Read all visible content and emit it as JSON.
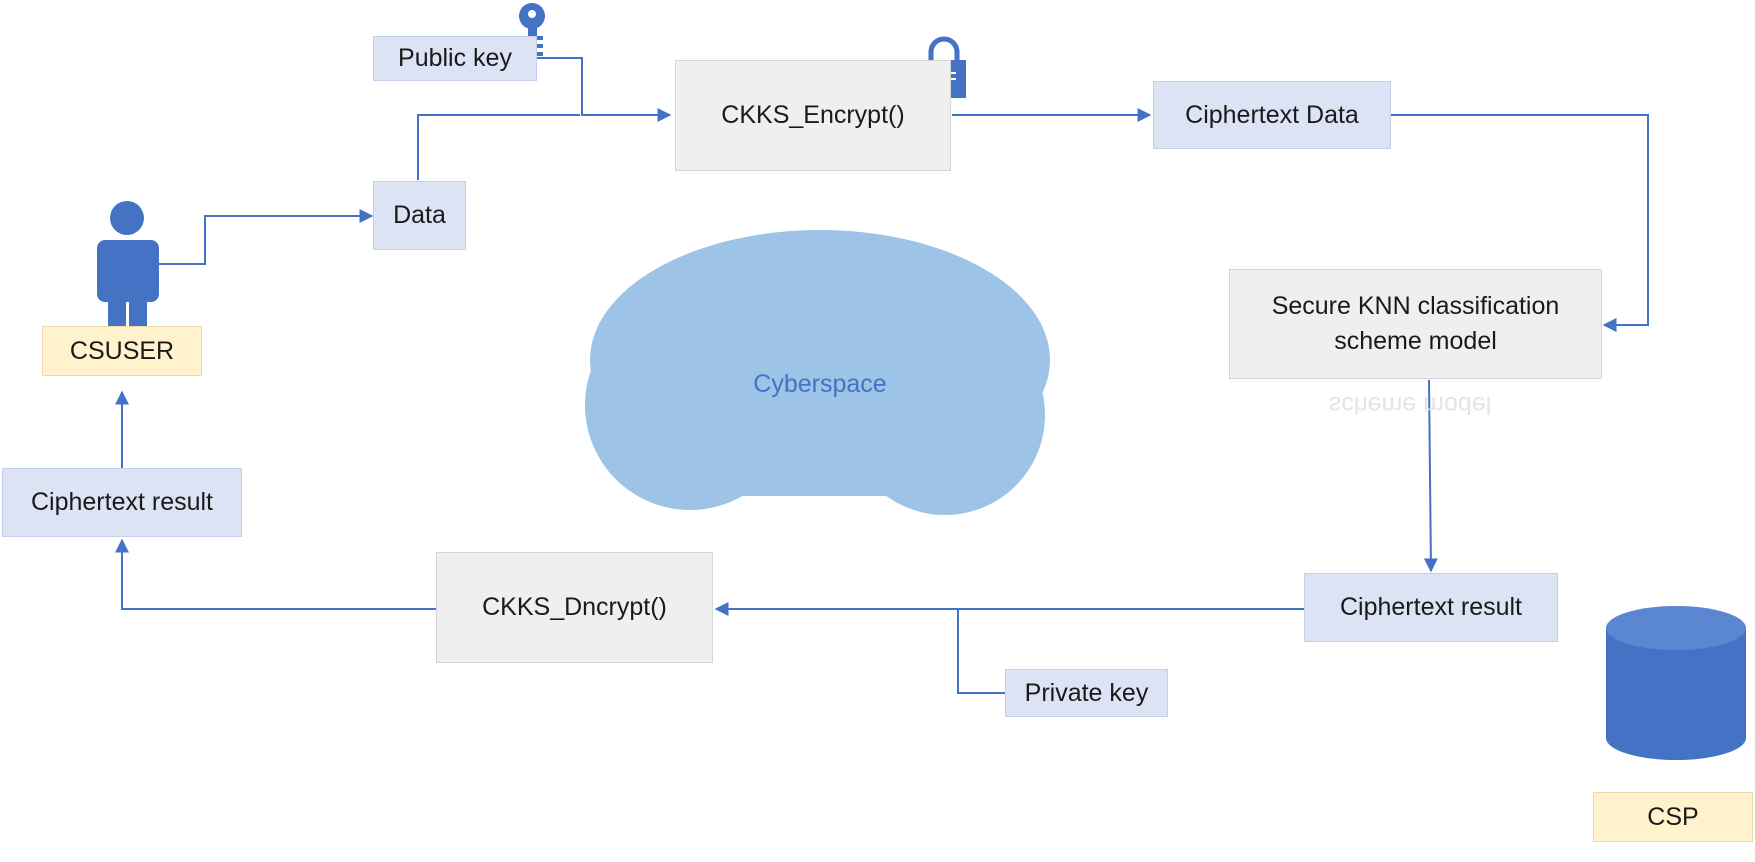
{
  "nodes": {
    "public_key": "Public key",
    "encrypt": "CKKS_Encrypt()",
    "ciphertext_data": "Ciphertext Data",
    "data": "Data",
    "csuser": "CSUSER",
    "knn_model_line1": "Secure KNN classification",
    "knn_model_line2": "scheme model",
    "knn_reflection": "scheme model",
    "cyberspace": "Cyberspace",
    "ciphertext_result_left": "Ciphertext result",
    "decrypt": "CKKS_Dncrypt()",
    "ciphertext_result_right": "Ciphertext result",
    "private_key": "Private key",
    "csp": "CSP"
  },
  "colors": {
    "accent": "#4472c4",
    "cloud": "#9dc3e6",
    "icon": "#4472c4",
    "box_blue": "#dce3f4",
    "box_gray": "#efefef",
    "box_yellow": "#fff2cc"
  },
  "icons": [
    "user-icon",
    "key-icon",
    "lock-icon",
    "database-icon",
    "cloud-shape"
  ]
}
